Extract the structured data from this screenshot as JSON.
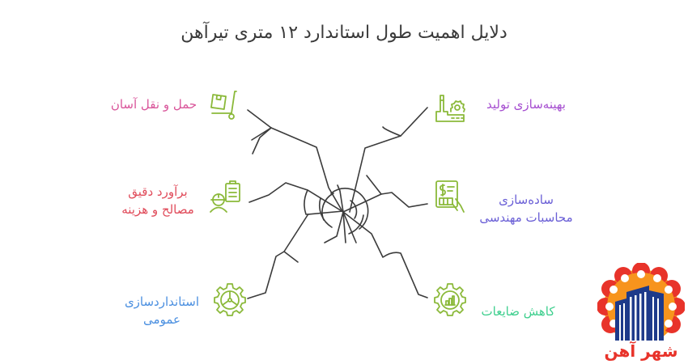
{
  "title": "دلایل اهمیت طول استاندارد ۱۲ متری تیرآهن",
  "colors": {
    "line": "#3b3b3b",
    "icon": "#8bb93a",
    "background": "#ffffff"
  },
  "items": [
    {
      "id": "transport",
      "label_lines": [
        "حمل و نقل آسان"
      ],
      "color": "#d9559a",
      "icon": "hand-truck-icon",
      "position": "top-left"
    },
    {
      "id": "production",
      "label_lines": [
        "بهینه‌سازی تولید"
      ],
      "color": "#a64fd0",
      "icon": "factory-gear-icon",
      "position": "top-right"
    },
    {
      "id": "estimation",
      "label_lines": [
        "برآورد دقیق",
        "مصالح و هزینه"
      ],
      "color": "#e04b5a",
      "icon": "engineer-clipboard-icon",
      "position": "middle-left"
    },
    {
      "id": "calculation",
      "label_lines": [
        "ساده‌سازی",
        "محاسبات مهندسی"
      ],
      "color": "#6a5fd6",
      "icon": "invoice-hand-icon",
      "position": "middle-right"
    },
    {
      "id": "standardization",
      "label_lines": [
        "استانداردسازی",
        "عمومی"
      ],
      "color": "#4a8fe0",
      "icon": "gear-steering-icon",
      "position": "bottom-left"
    },
    {
      "id": "waste",
      "label_lines": [
        "کاهش ضایعات"
      ],
      "color": "#3ecf8e",
      "icon": "gear-chart-icon",
      "position": "bottom-right"
    }
  ],
  "logo": {
    "text": "شهر آهن",
    "colors": {
      "petal_outer": "#e8332a",
      "petal_inner": "#f7941d",
      "building": "#1e3a8a",
      "text": "#e8332a"
    }
  }
}
